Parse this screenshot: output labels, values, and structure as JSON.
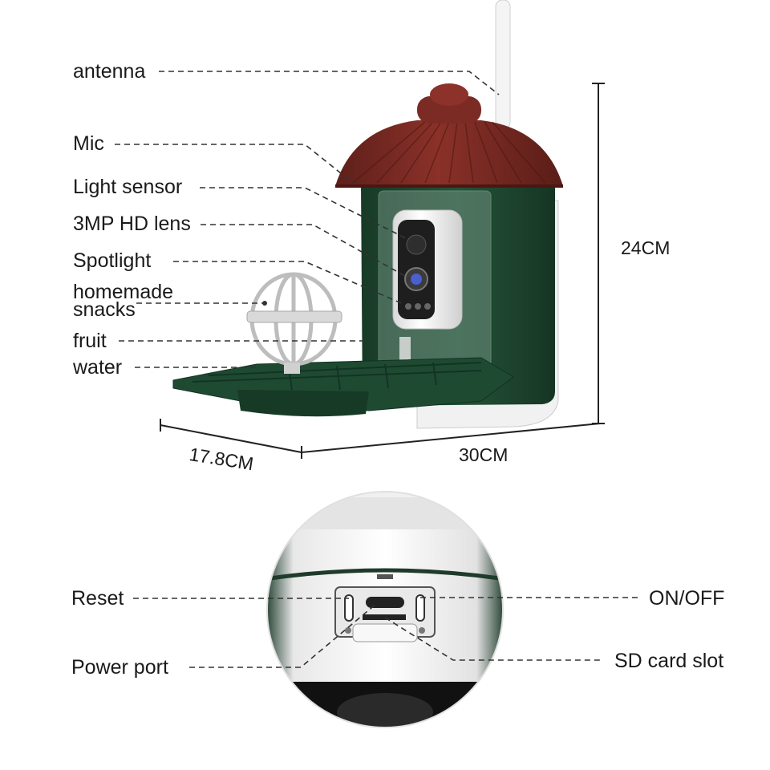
{
  "labels": {
    "antenna": "antenna",
    "mic": "Mic",
    "light_sensor": "Light sensor",
    "lens": "3MP HD lens",
    "spotlight": "Spotlight",
    "snacks_line1": "homemade",
    "snacks_line2": "snacks",
    "fruit": "fruit",
    "water": "water",
    "reset": "Reset",
    "power_port": "Power port",
    "on_off": "ON/OFF",
    "sd_card_slot": "SD card slot"
  },
  "dimensions": {
    "height": "24CM",
    "depth": "17.8CM",
    "width": "30CM"
  },
  "colors": {
    "roof": "#7b2a24",
    "body": "#1f4a32",
    "camera": "#f2f2f2",
    "leader_line": "#333333"
  }
}
